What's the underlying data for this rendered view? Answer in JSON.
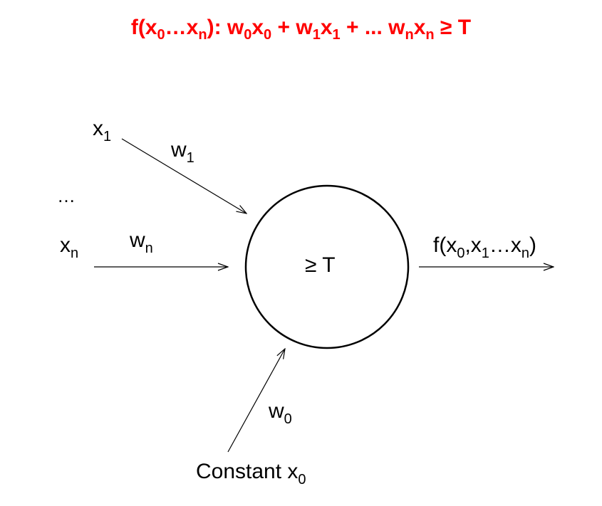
{
  "title": {
    "parts": [
      "f(x",
      "0",
      "…x",
      "n",
      "): w",
      "0",
      "x",
      "0",
      " + w",
      "1",
      "x",
      "1",
      " + ... w",
      "n",
      "x",
      "n",
      " ≥ T"
    ],
    "color": "#ff0000"
  },
  "inputs": {
    "x1": {
      "base": "x",
      "sub": "1"
    },
    "dots": "…",
    "xn": {
      "base": "x",
      "sub": "n"
    }
  },
  "weights": {
    "w1": {
      "base": "w",
      "sub": "1"
    },
    "wn": {
      "base": "w",
      "sub": "n"
    },
    "w0": {
      "base": "w",
      "sub": "0"
    }
  },
  "node": {
    "label": "≥ T"
  },
  "output": {
    "parts": [
      "f(x",
      "0",
      ",x",
      "1",
      "…x",
      "n",
      ")"
    ]
  },
  "constant": {
    "text": "Constant x",
    "sub": "0"
  }
}
